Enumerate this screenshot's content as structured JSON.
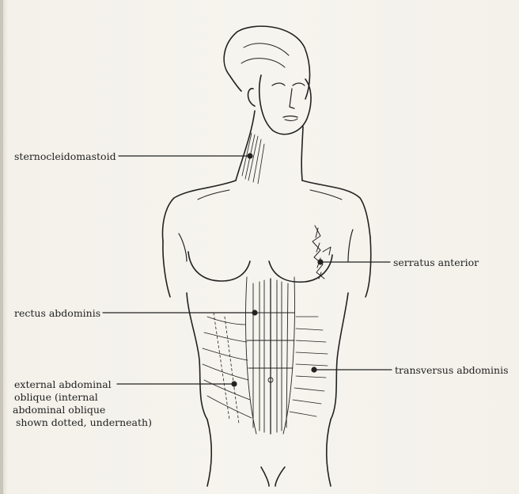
{
  "labels": {
    "sternocleidomastoid": "sternocleidomastoid",
    "serratus_anterior": "serratus anterior",
    "rectus_abdominis": "rectus abdominis",
    "transversus_abdominis": "transversus abdominis",
    "external_oblique": {
      "line1": "external abdominal",
      "line2": "oblique (internal",
      "line3": "abdominal oblique",
      "line4": "shown dotted, underneath)"
    }
  },
  "colors": {
    "ink": "#222222",
    "paper": "#f6f4ee"
  }
}
